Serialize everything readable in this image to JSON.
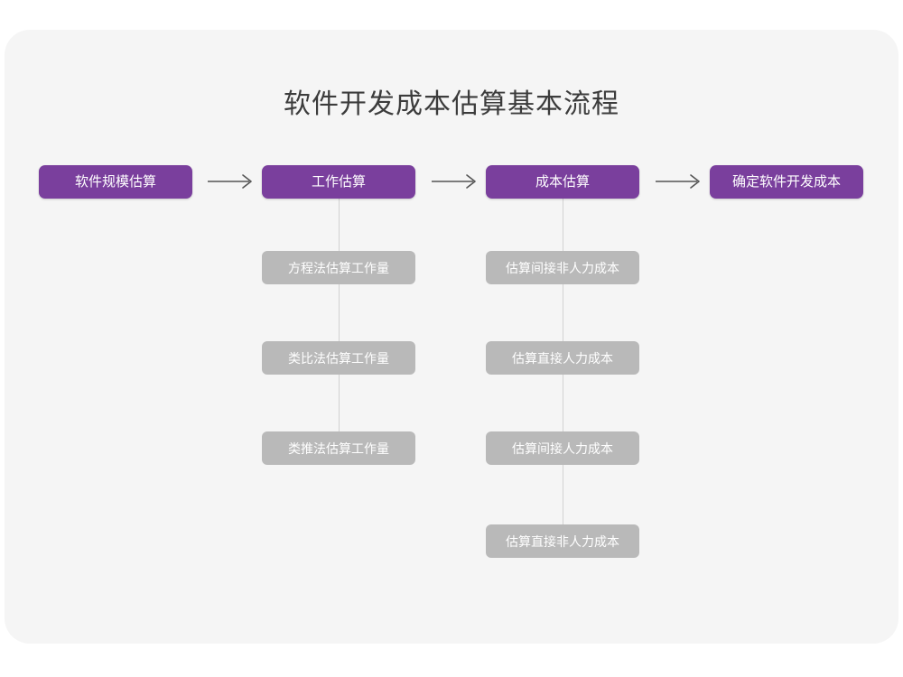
{
  "diagram": {
    "title": "软件开发成本估算基本流程",
    "type": "flowchart",
    "colors": {
      "card_background": "#f5f5f5",
      "page_background": "#ffffff",
      "primary_node": "#7a3f9d",
      "sub_node": "#b9b9b9",
      "node_text": "#ffffff",
      "title_text": "#3c3c3c",
      "connector": "#d2d2d2",
      "arrow": "#555555"
    },
    "main_flow": [
      {
        "id": "step1",
        "label": "软件规模估算"
      },
      {
        "id": "step2",
        "label": "工作估算"
      },
      {
        "id": "step3",
        "label": "成本估算"
      },
      {
        "id": "step4",
        "label": "确定软件开发成本"
      }
    ],
    "arrows": [
      {
        "id": "arrow1",
        "from": "step1",
        "to": "step2",
        "glyph": "arrow-right-icon"
      },
      {
        "id": "arrow2",
        "from": "step2",
        "to": "step3",
        "glyph": "arrow-right-icon"
      },
      {
        "id": "arrow3",
        "from": "step3",
        "to": "step4",
        "glyph": "arrow-right-icon"
      }
    ],
    "branches": [
      {
        "parent": "step2",
        "items": [
          {
            "id": "step2-sub1",
            "label": "方程法估算工作量"
          },
          {
            "id": "step2-sub2",
            "label": "类比法估算工作量"
          },
          {
            "id": "step2-sub3",
            "label": "类推法估算工作量"
          }
        ]
      },
      {
        "parent": "step3",
        "items": [
          {
            "id": "step3-sub1",
            "label": "估算间接非人力成本"
          },
          {
            "id": "step3-sub2",
            "label": "估算直接人力成本"
          },
          {
            "id": "step3-sub3",
            "label": "估算间接人力成本"
          },
          {
            "id": "step3-sub4",
            "label": "估算直接非人力成本"
          }
        ]
      }
    ]
  }
}
